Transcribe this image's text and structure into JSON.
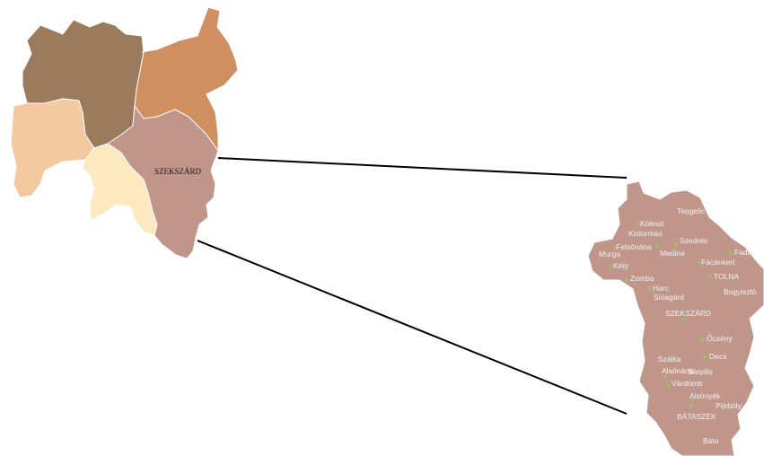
{
  "overview": {
    "capital_label": "SZEKSZÁRD",
    "colors": {
      "northwest": "#9b7a5e",
      "northeast": "#cf8f60",
      "west": "#f5c9a0",
      "center": "#fde8c0",
      "szekszard_district": "#c0958a"
    }
  },
  "detail": {
    "fill": "#c0958a",
    "towns": [
      {
        "name": "Tengelic",
        "dot": true
      },
      {
        "name": "Kölesd",
        "dot": true
      },
      {
        "name": "Kistormás",
        "dot": false
      },
      {
        "name": "Szedres",
        "dot": true
      },
      {
        "name": "Felsőnána",
        "dot": true
      },
      {
        "name": "Medina",
        "dot": true
      },
      {
        "name": "Fadd",
        "dot": true
      },
      {
        "name": "Murga",
        "dot": true
      },
      {
        "name": "Fácánkert",
        "dot": true
      },
      {
        "name": "Kéty",
        "dot": true
      },
      {
        "name": "TOLNA",
        "dot": true
      },
      {
        "name": "Bogyiszló",
        "dot": false
      },
      {
        "name": "Zomba",
        "dot": true
      },
      {
        "name": "Harc",
        "dot": true
      },
      {
        "name": "Sióagárd",
        "dot": false
      },
      {
        "name": "SZEKSZÁRD",
        "dot": true
      },
      {
        "name": "Őcsény",
        "dot": true
      },
      {
        "name": "Decs",
        "dot": true
      },
      {
        "name": "Szálka",
        "dot": false
      },
      {
        "name": "Alsónána",
        "dot": true
      },
      {
        "name": "Sárpilis",
        "dot": false
      },
      {
        "name": "Várdomb",
        "dot": true
      },
      {
        "name": "Alsónyék",
        "dot": true
      },
      {
        "name": "Pörböly",
        "dot": true
      },
      {
        "name": "BÁTASZÉK",
        "dot": true
      },
      {
        "name": "Báta",
        "dot": false
      }
    ]
  }
}
